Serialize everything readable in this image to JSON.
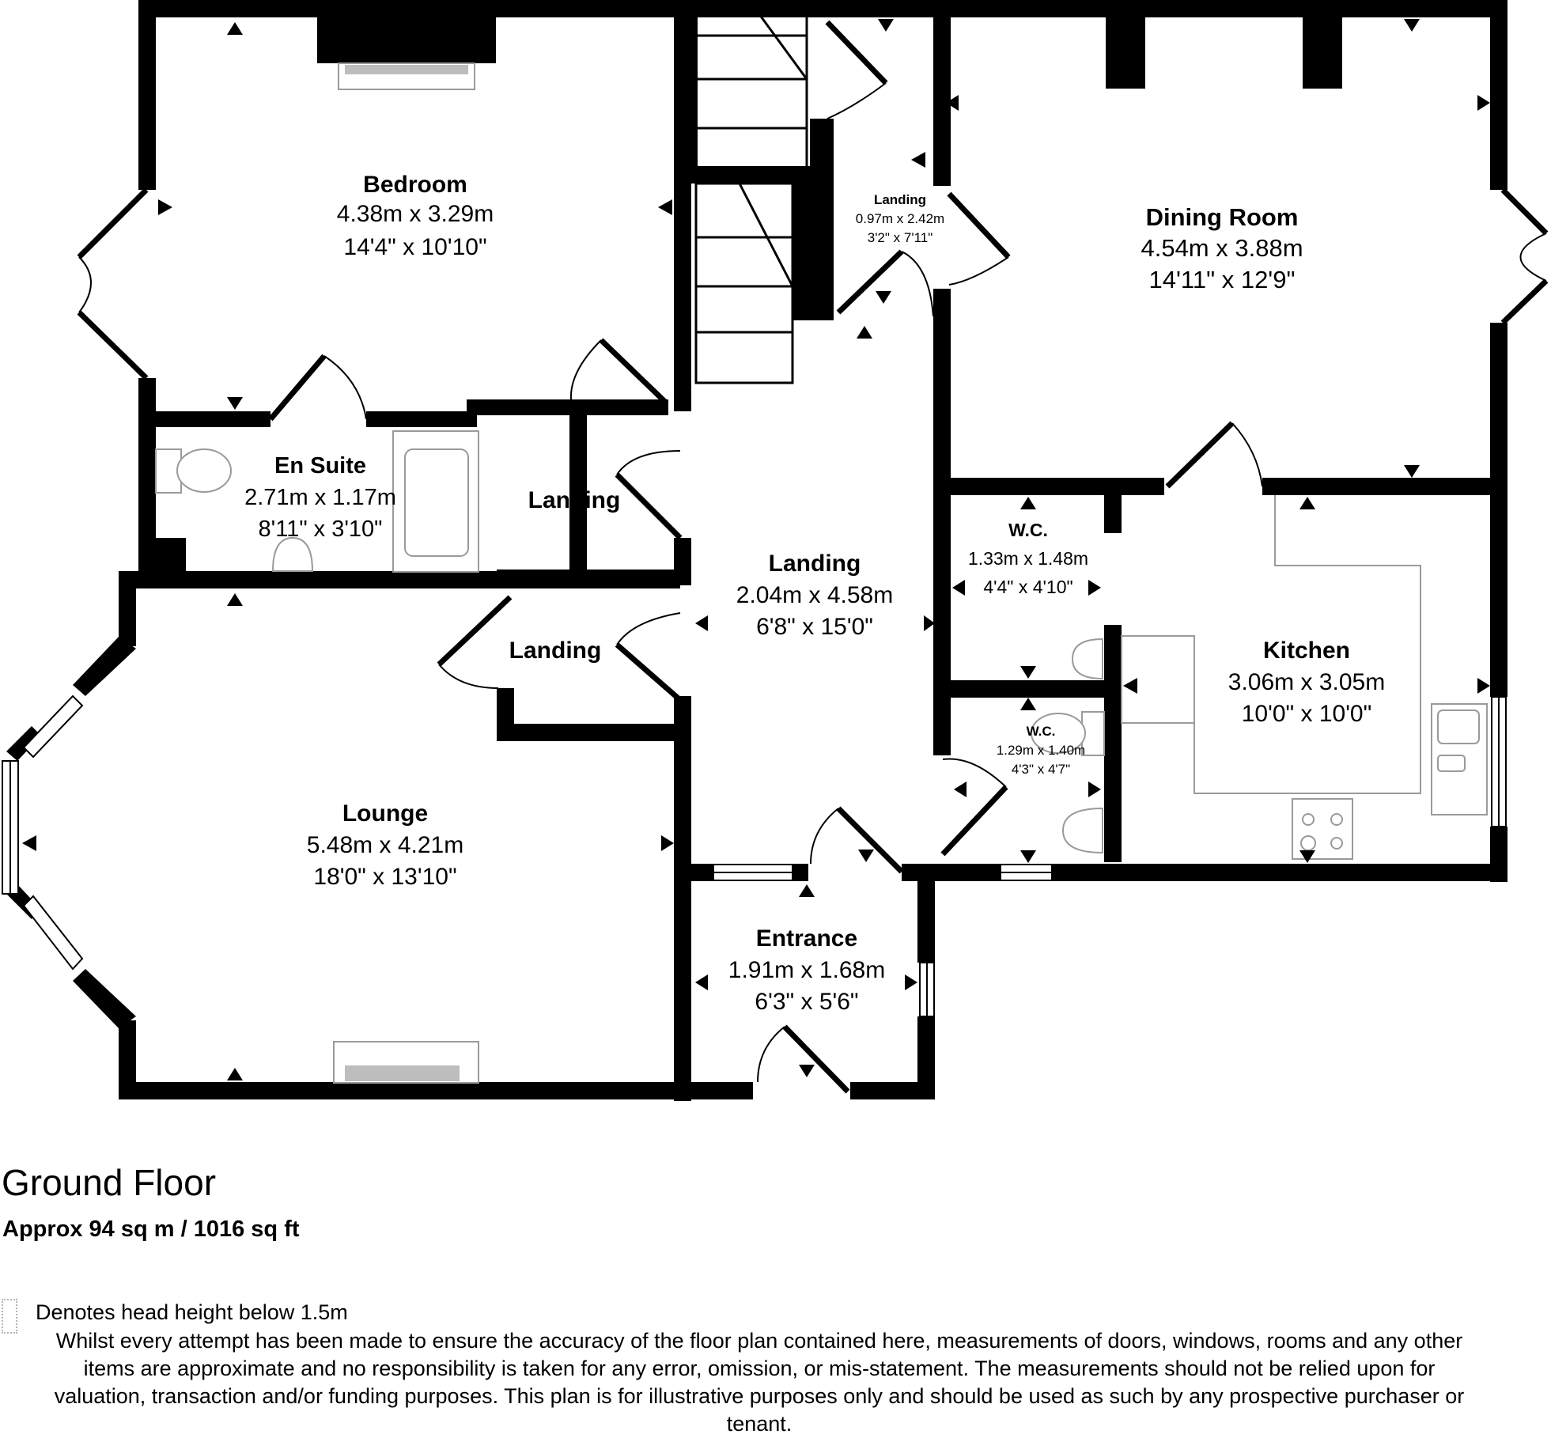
{
  "rooms": [
    {
      "id": "bedroom",
      "name": "Bedroom",
      "metric": "4.38m x 3.29m",
      "imperial": "14'4\" x 10'10\""
    },
    {
      "id": "dining-room",
      "name": "Dining Room",
      "metric": "4.54m x 3.88m",
      "imperial": "14'11\" x 12'9\""
    },
    {
      "id": "landing-small",
      "name": "Landing",
      "metric": "0.97m x 2.42m",
      "imperial": "3'2\" x 7'11\""
    },
    {
      "id": "en-suite",
      "name": "En Suite",
      "metric": "2.71m x 1.17m",
      "imperial": "8'11\" x 3'10\""
    },
    {
      "id": "landing-upper-left",
      "name": "Landing",
      "metric": "",
      "imperial": ""
    },
    {
      "id": "landing-main",
      "name": "Landing",
      "metric": "2.04m x 4.58m",
      "imperial": "6'8\" x 15'0\""
    },
    {
      "id": "landing-lower-left",
      "name": "Landing",
      "metric": "",
      "imperial": ""
    },
    {
      "id": "wc-upper",
      "name": "W.C.",
      "metric": "1.33m x 1.48m",
      "imperial": "4'4\" x 4'10\""
    },
    {
      "id": "kitchen",
      "name": "Kitchen",
      "metric": "3.06m x 3.05m",
      "imperial": "10'0\" x 10'0\""
    },
    {
      "id": "wc-lower",
      "name": "W.C.",
      "metric": "1.29m x 1.40m",
      "imperial": "4'3\" x 4'7\""
    },
    {
      "id": "lounge",
      "name": "Lounge",
      "metric": "5.48m x 4.21m",
      "imperial": "18'0\" x 13'10\""
    },
    {
      "id": "entrance",
      "name": "Entrance",
      "metric": "1.91m x 1.68m",
      "imperial": "6'3\" x 5'6\""
    }
  ],
  "floor": {
    "title": "Ground Floor",
    "area": "Approx 94 sq m / 1016 sq ft"
  },
  "legend": {
    "text": "Denotes head height below 1.5m"
  },
  "disclaimer": "Whilst every attempt has been made to ensure the accuracy of the floor plan contained here, measurements of doors, windows, rooms and any other items are approximate and no responsibility is taken for any error, omission, or mis-statement. The measurements should not be relied upon for valuation, transaction and/or funding purposes. This plan is for illustrative purposes only and should be used as such by any prospective purchaser or tenant.",
  "colors": {
    "wall": "#000000",
    "fixture": "#9a9a9a",
    "legend_outline": "#b5b5b5"
  }
}
